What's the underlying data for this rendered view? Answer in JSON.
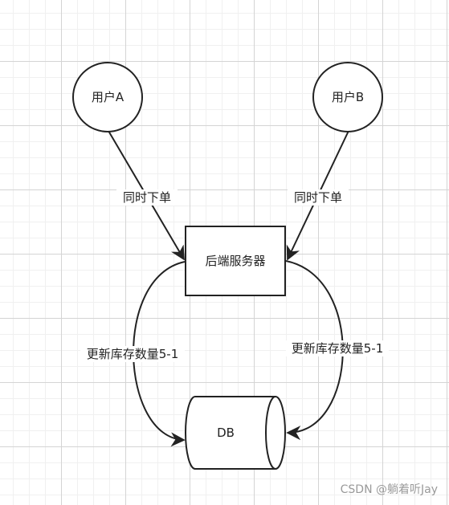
{
  "diagram": {
    "nodes": {
      "user_a": "用户A",
      "user_b": "用户B",
      "server": "后端服务器",
      "db": "DB"
    },
    "edges": {
      "a_to_server": "同时下单",
      "b_to_server": "同时下单",
      "server_to_db_left": "更新库存数量5-1",
      "server_to_db_right": "更新库存数量5-1"
    }
  },
  "watermark": "CSDN @躺着听Jay",
  "colors": {
    "stroke": "#222222",
    "background": "#ffffff",
    "grid": "#d4d4d4"
  }
}
